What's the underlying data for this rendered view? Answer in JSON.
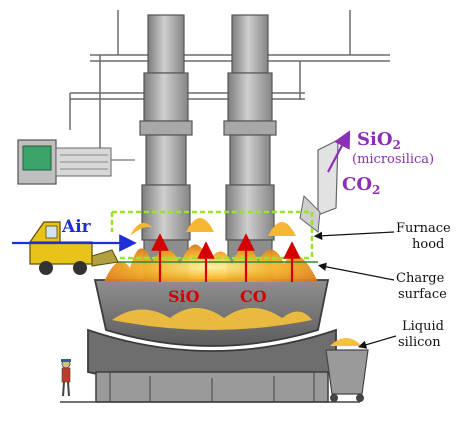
{
  "labels": {
    "air": "Air",
    "sio2": "SiO",
    "sio2_sub": "2",
    "microsilica": "(microsilica)",
    "co2": "CO",
    "co2_sub": "2",
    "furnace_hood_1": "Furnace",
    "furnace_hood_2": "hood",
    "charge_surface_1": "Charge",
    "charge_surface_2": "surface",
    "liquid_silicon_1": "Liquid",
    "liquid_silicon_2": "silicon",
    "sio": "SiO",
    "co": "CO"
  },
  "colors": {
    "air_arrow": "#1f2fd6",
    "flow_arrow": "#8b2fb5",
    "gas_arrow": "#d40000",
    "hood_dash": "#9be22a",
    "flame": "#f4a11a",
    "steel": "#9a9a9a",
    "screen": "#3aa36a",
    "vehicle": "#e8c31a"
  }
}
